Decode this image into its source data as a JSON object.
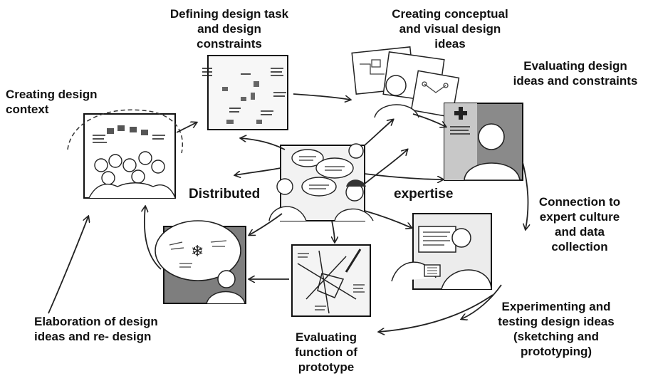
{
  "diagram": {
    "stages": {
      "creating_context": [
        "Creating design",
        "context"
      ],
      "defining_task": [
        "Defining design task",
        "and design",
        "constraints"
      ],
      "creating_ideas": [
        "Creating conceptual",
        "and visual design",
        "ideas"
      ],
      "evaluating_ideas": [
        "Evaluating design",
        "ideas and constraints"
      ],
      "connection": [
        "Connection to",
        "expert culture",
        "and data",
        "collection"
      ],
      "experimenting": [
        "Experimenting and",
        "testing design ideas",
        "(sketching and",
        "prototyping)"
      ],
      "evaluating_function": [
        "Evaluating",
        "function of",
        "prototype"
      ],
      "elaboration": [
        "Elaboration of design",
        "ideas and re- design"
      ]
    },
    "center": {
      "left_word": "Distributed",
      "right_word": "expertise"
    }
  }
}
